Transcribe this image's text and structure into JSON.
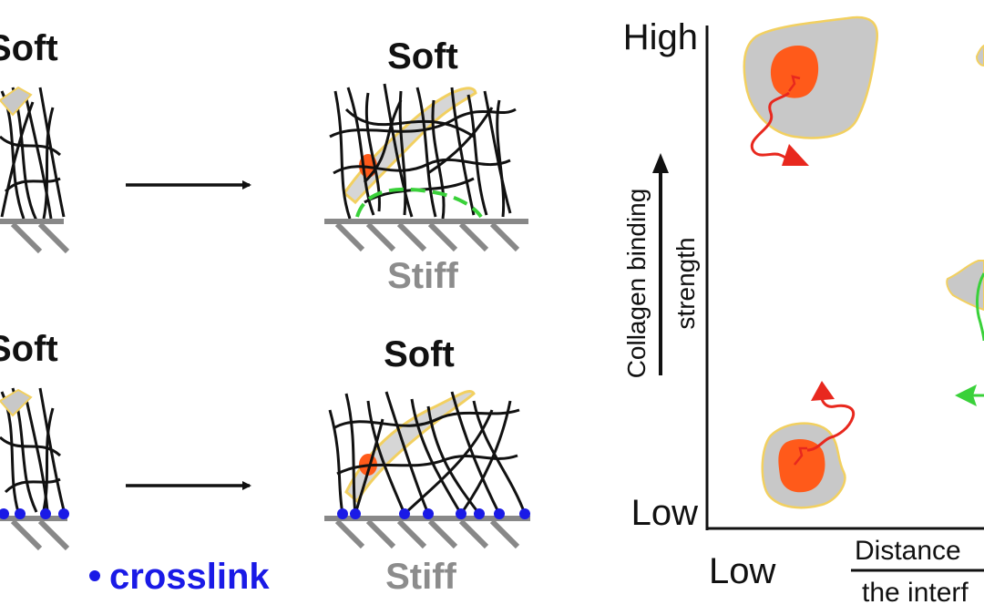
{
  "left_panel": {
    "row1": {
      "left_label": "Soft",
      "right_top_label": "Soft",
      "right_bottom_label": "Stiff"
    },
    "row2": {
      "left_label": "Soft",
      "right_top_label": "Soft",
      "right_bottom_label": "Stiff"
    },
    "crosslink_legend": "crosslink"
  },
  "right_panel": {
    "y_high": "High",
    "y_low": "Low",
    "x_low": "Low",
    "y_axis_title": [
      "Collagen binding",
      "strength"
    ],
    "x_axis_title_top": "Distance",
    "x_axis_title_bottom": "the interf"
  },
  "colors": {
    "fiber": "#111111",
    "stiff": "#888888",
    "crosslink": "#1a1ae6",
    "red_arrow": "#e8281e",
    "green": "#3ad13a",
    "nucleus": "#ff5a1a",
    "cell_body": "#c8c8c8",
    "cell_outline": "#f2d060"
  }
}
